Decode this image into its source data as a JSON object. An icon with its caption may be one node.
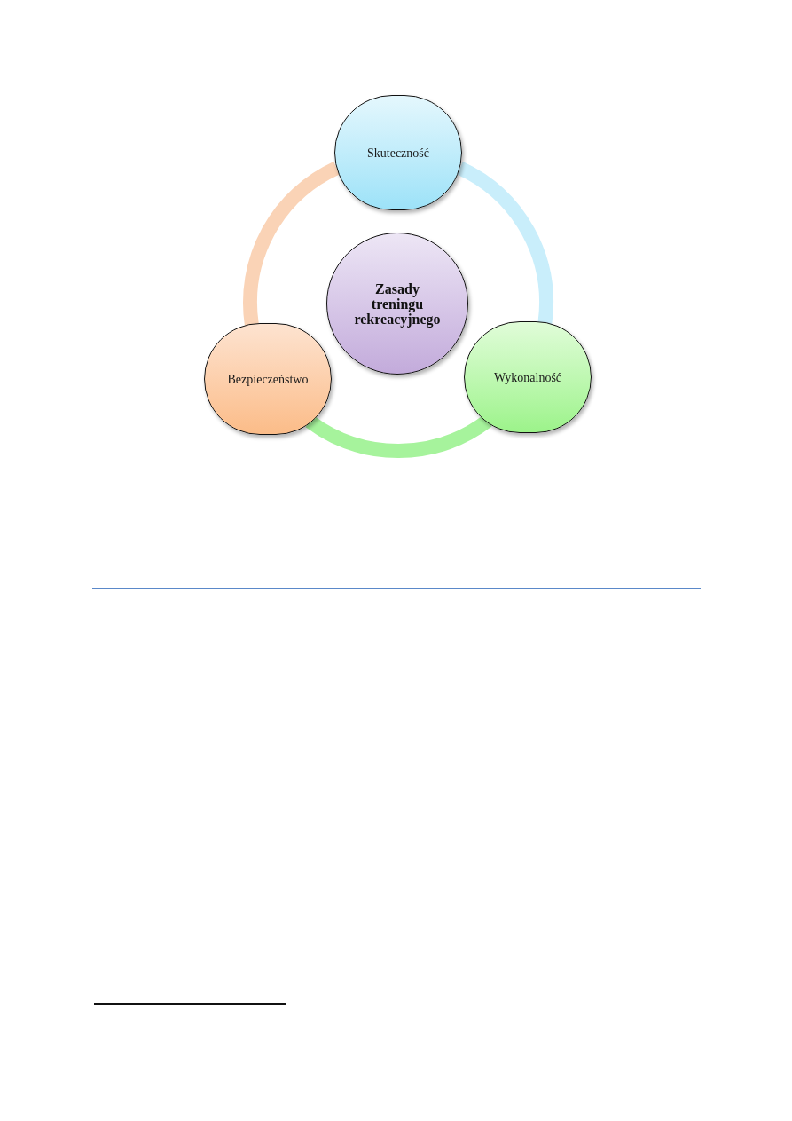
{
  "diagram": {
    "nodes": [
      {
        "text": [
          "Skuteczność"
        ]
      },
      {
        "text": [
          "Zasady treningu rekreacyjnego"
        ]
      },
      {
        "text": [
          "Bezpieczeństwo"
        ]
      },
      {
        "text": [
          "Wykonalność"
        ]
      }
    ],
    "edges": [
      {
        "from": 0,
        "to": 3,
        "arrow": "none",
        "color": "#c9eefb"
      },
      {
        "from": 3,
        "to": 2,
        "arrow": "none",
        "color": "#a6f39c"
      },
      {
        "from": 2,
        "to": 0,
        "arrow": "none",
        "color": "#fad3b6"
      }
    ]
  }
}
